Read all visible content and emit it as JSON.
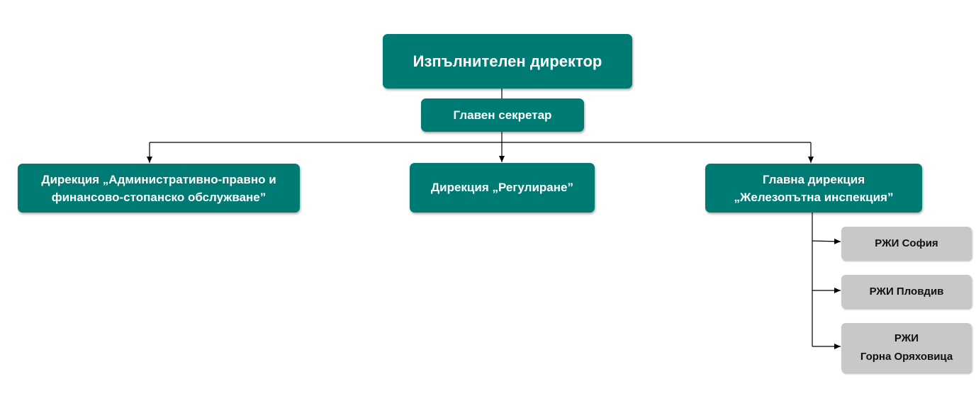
{
  "org_chart": {
    "executive_director": "Изпълнителен директор",
    "chief_secretary": "Главен секретар",
    "directorates": [
      {
        "label": "Дирекция „Административно-правно и\nфинансово-стопанско обслужване”"
      },
      {
        "label": "Дирекция „Регулиране”"
      },
      {
        "label": "Главна дирекция\n„Железопътна инспекция”"
      }
    ],
    "regional_inspectorates": [
      {
        "label": "РЖИ София"
      },
      {
        "label": "РЖИ Пловдив"
      },
      {
        "label": "РЖИ\nГорна Оряховица"
      }
    ]
  },
  "colors": {
    "primary_box": "#007b74",
    "secondary_box": "#c8c8c8",
    "primary_text": "#ffffff",
    "secondary_text": "#111111",
    "connector": "#000000"
  }
}
